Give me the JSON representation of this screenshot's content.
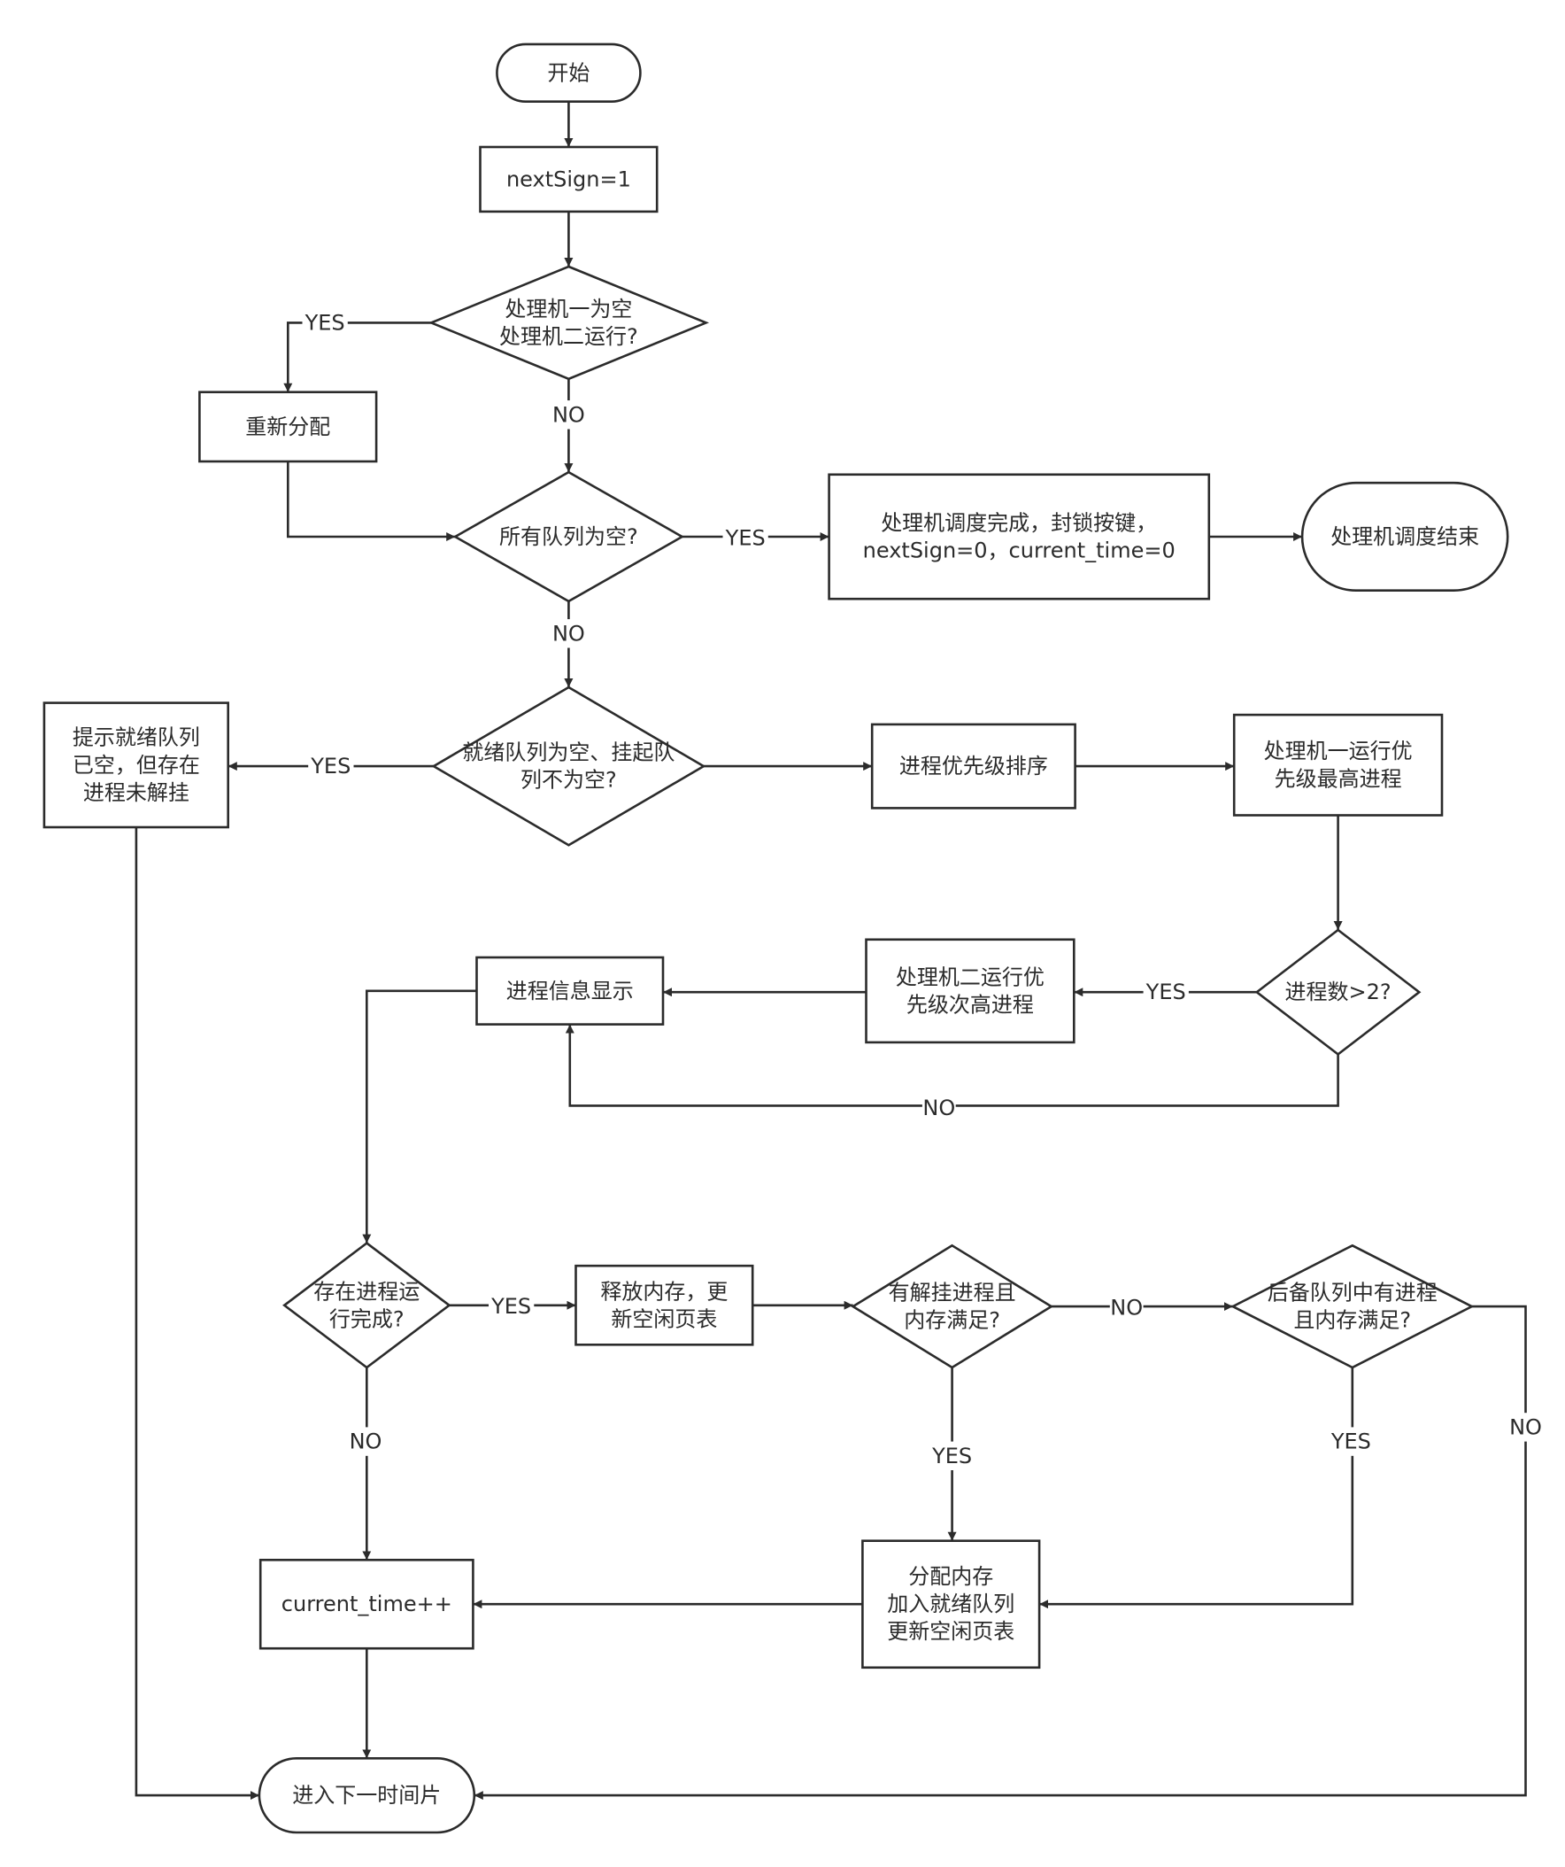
{
  "nodes": {
    "start": [
      "开始"
    ],
    "init_sign": [
      "nextSign=1"
    ],
    "cond_cpu": [
      "处理机一为空",
      "处理机二运行?"
    ],
    "reassign": [
      "重新分配"
    ],
    "cond_all_empty": [
      "所有队列为空?"
    ],
    "finish_dispatch": [
      "处理机调度完成，封锁按键，",
      "nextSign=0，current_time=0"
    ],
    "end_dispatch": [
      "处理机调度结束"
    ],
    "cond_ready_empty": [
      "就绪队列为空、挂起队",
      "列不为空?"
    ],
    "hint_suspended": [
      "提示就绪队列",
      "已空，但存在",
      "进程未解挂"
    ],
    "sort_priority": [
      "进程优先级排序"
    ],
    "cpu1_run": [
      "处理机一运行优",
      "先级最高进程"
    ],
    "cond_count": [
      "进程数>2?"
    ],
    "cpu2_run": [
      "处理机二运行优",
      "先级次高进程"
    ],
    "show_info": [
      "进程信息显示"
    ],
    "cond_done": [
      "存在进程运",
      "行完成?"
    ],
    "free_mem": [
      "释放内存，更",
      "新空闲页表"
    ],
    "cond_unsuspend": [
      "有解挂进程且",
      "内存满足?"
    ],
    "cond_backup": [
      "后备队列中有进程",
      "且内存满足?"
    ],
    "alloc_mem": [
      "分配内存",
      "加入就绪队列",
      "更新空闲页表"
    ],
    "time_inc": [
      "current_time++"
    ],
    "next_slice": [
      "进入下一时间片"
    ]
  },
  "edge_labels": {
    "cpu_yes": "YES",
    "cpu_no": "NO",
    "all_empty_yes": "YES",
    "all_empty_no": "NO",
    "ready_empty_yes": "YES",
    "count_yes": "YES",
    "count_no": "NO",
    "done_yes": "YES",
    "done_no": "NO",
    "unsuspend_no": "NO",
    "unsuspend_yes": "YES",
    "backup_yes": "YES",
    "backup_no": "NO"
  }
}
